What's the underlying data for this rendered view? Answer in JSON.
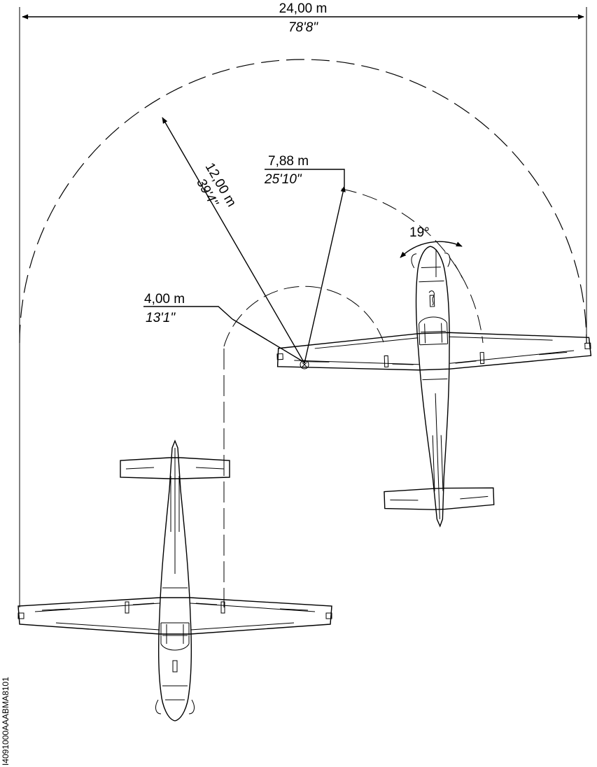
{
  "dimensions": {
    "span_overall": {
      "metric": "24,00 m",
      "imperial": "78'8\""
    },
    "outer_radius": {
      "metric": "12,00 m",
      "imperial": "39'4\""
    },
    "nose_radius": {
      "metric": "7,88 m",
      "imperial": "25'10\""
    },
    "inner_radius": {
      "metric": "4,00 m",
      "imperial": "13'1\""
    },
    "steering_angle": {
      "label": "19°"
    }
  },
  "drawing_code": "I4091000AAABMA8101"
}
